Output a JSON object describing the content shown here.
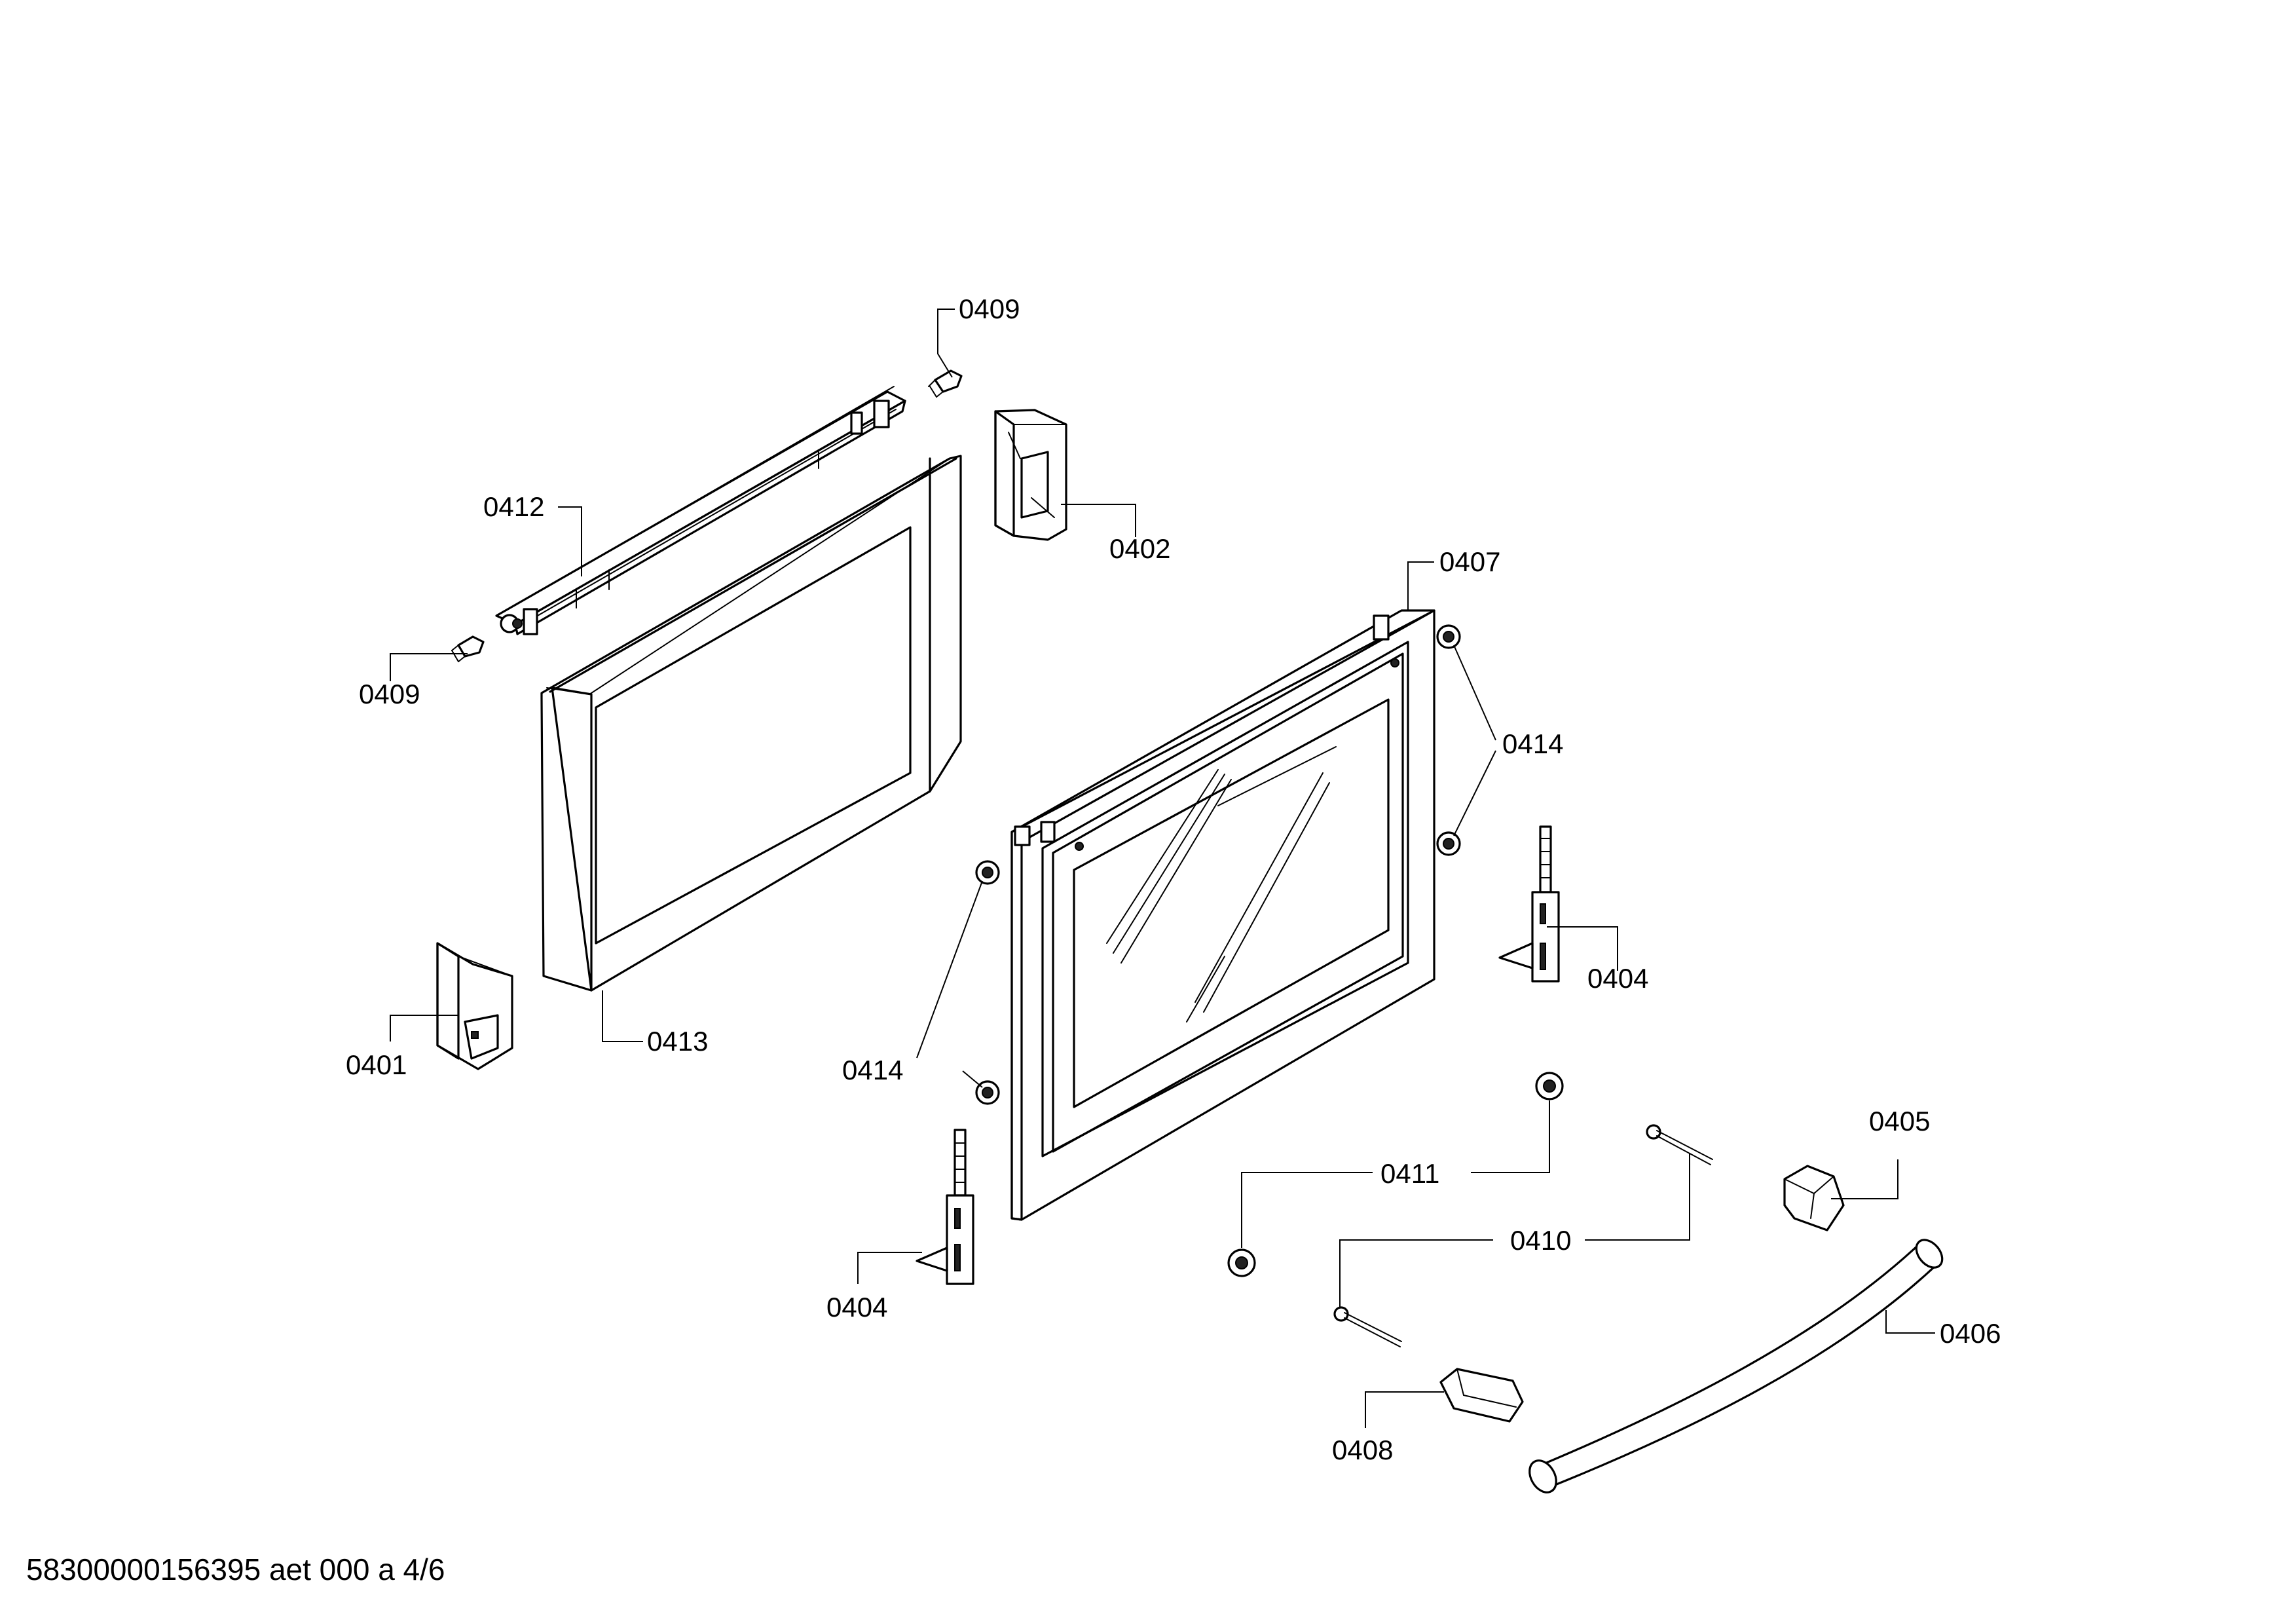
{
  "labels": {
    "l0409_top": "0409",
    "l0412": "0412",
    "l0402": "0402",
    "l0409_left": "0409",
    "l0407": "0407",
    "l0414_right": "0414",
    "l0404_right": "0404",
    "l0413": "0413",
    "l0401": "0401",
    "l0414_left": "0414",
    "l0405": "0405",
    "l0411": "0411",
    "l0410": "0410",
    "l0404_bottom": "0404",
    "l0406": "0406",
    "l0408": "0408"
  },
  "footer": "58300000156395 aet 000 a 4/6"
}
